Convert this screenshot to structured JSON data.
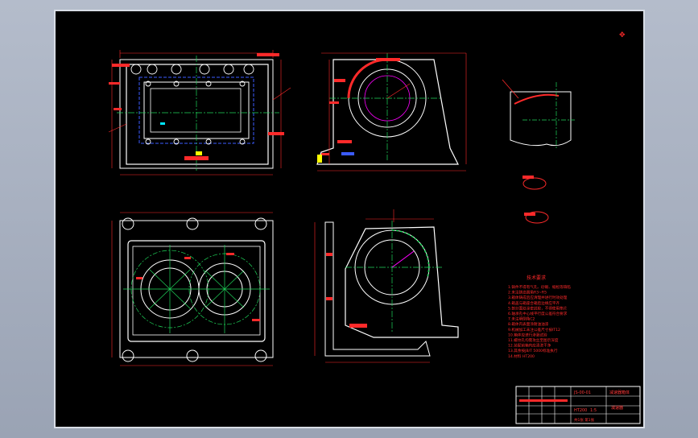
{
  "window": {
    "title": ""
  },
  "viewport": {
    "background": "#000000",
    "frame": "#ffffff"
  },
  "colors": {
    "outline": "#ffffff",
    "dimension": "#ff2a2a",
    "centerline": "#1fd65a",
    "hidden": "#3b5bff",
    "yellow": "#ffff00",
    "magenta": "#ff00ff",
    "cyan": "#00e5ff"
  },
  "icons": {
    "north_marker": "compass-glyph"
  },
  "notes": {
    "heading": "技术要求",
    "lines": [
      "1.铸件不得有气孔、砂眼、缩松等缺陷",
      "2.未注铸造圆角R3~R5",
      "3.箱体铸成后应清理并进行时效处理",
      "4.箱盖与箱座合箱后边缘应平齐",
      "5.剖分面处涂密封胶，不得使用垫片",
      "6.轴承孔中心线平行度公差符合要求",
      "7.未注明倒角C2",
      "8.箱体内表面涂耐油油漆",
      "9.机械加工未注公差尺寸按IT12",
      "10.箱体应进行渗漏试验",
      "11.螺纹孔均需攻丝至图示深度",
      "12.装配前箱内应清洗干净",
      "13.其余按JB/T 5000标准执行",
      "14.材料 HT200"
    ]
  },
  "title_block": {
    "drawing_no": "JS-00-01",
    "part_name": "减速器箱体",
    "material": "HT200",
    "scale": "1:5",
    "sheet": "共1张 第1张",
    "company": "减速器"
  }
}
